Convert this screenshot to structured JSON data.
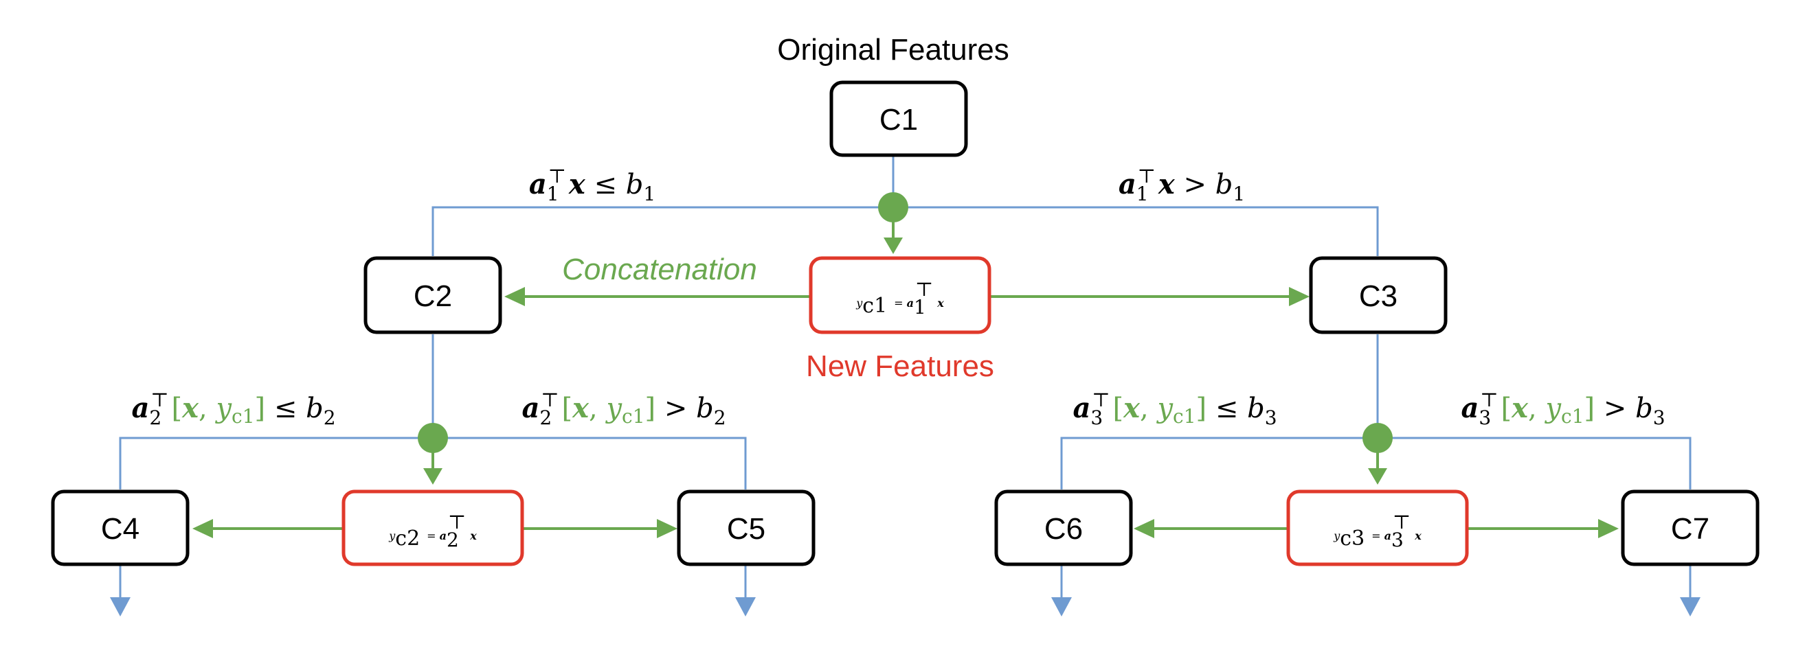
{
  "header": {
    "title": "Original Features"
  },
  "nodes": {
    "c1": "C1",
    "c2": "C2",
    "c3": "C3",
    "c4": "C4",
    "c5": "C5",
    "c6": "C6",
    "c7": "C7"
  },
  "labels": {
    "new_features": "New Features",
    "concatenation": "Concatenation"
  },
  "features": {
    "yc1": {
      "var": "y",
      "sub": "c1",
      "eq": "= ",
      "vec": "a",
      "vsub": "1",
      "sup": "⊤",
      "x": "x"
    },
    "yc2": {
      "var": "y",
      "sub": "c2",
      "eq": "= ",
      "vec": "a",
      "vsub": "2",
      "sup": "⊤",
      "x": "x"
    },
    "yc3": {
      "var": "y",
      "sub": "c3",
      "eq": "= ",
      "vec": "a",
      "vsub": "3",
      "sup": "⊤",
      "x": "x"
    }
  },
  "conditions": {
    "c1_left": {
      "vec": "a",
      "sub": "1",
      "sup": "⊤",
      "arg": "x",
      "op": " ≤ ",
      "b": "b",
      "bsub": "1"
    },
    "c1_right": {
      "vec": "a",
      "sub": "1",
      "sup": "⊤",
      "arg": "x",
      "op": " > ",
      "b": "b",
      "bsub": "1"
    },
    "c2_left": {
      "vec": "a",
      "sub": "2",
      "sup": "⊤",
      "open": "[",
      "x": "x",
      "comma": ", ",
      "y": "y",
      "ysub": "c1",
      "close": "]",
      "op": " ≤ ",
      "b": "b",
      "bsub": "2"
    },
    "c2_right": {
      "vec": "a",
      "sub": "2",
      "sup": "⊤",
      "open": "[",
      "x": "x",
      "comma": ", ",
      "y": "y",
      "ysub": "c1",
      "close": "]",
      "op": " > ",
      "b": "b",
      "bsub": "2"
    },
    "c3_left": {
      "vec": "a",
      "sub": "3",
      "sup": "⊤",
      "open": "[",
      "x": "x",
      "comma": ", ",
      "y": "y",
      "ysub": "c1",
      "close": "]",
      "op": " ≤ ",
      "b": "b",
      "bsub": "3"
    },
    "c3_right": {
      "vec": "a",
      "sub": "3",
      "sup": "⊤",
      "open": "[",
      "x": "x",
      "comma": ", ",
      "y": "y",
      "ysub": "c1",
      "close": "]",
      "op": " > ",
      "b": "b",
      "bsub": "3"
    }
  },
  "colors": {
    "tree_line": "#6f9bd1",
    "feature_arrow": "#6aa84f",
    "feature_box": "#e0392b",
    "node_border": "#000000",
    "new_features_text": "#e0392b",
    "concatenation_text": "#6aa84f"
  }
}
